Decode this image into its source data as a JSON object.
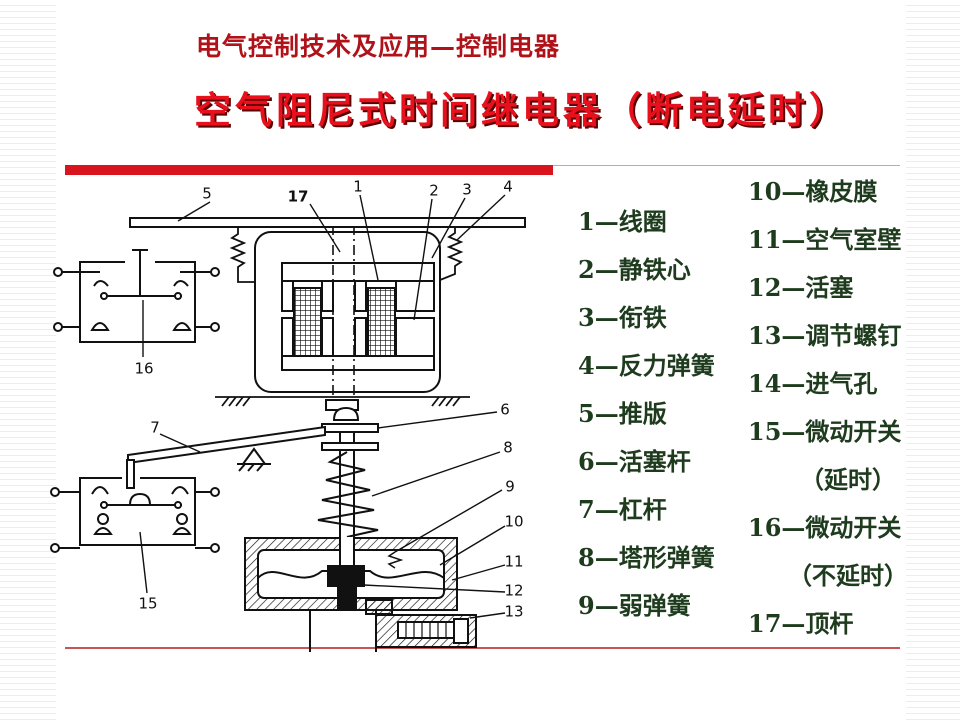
{
  "header": {
    "subtitle": "电气控制技术及应用—控制电器",
    "title": "空气阻尼式时间继电器（断电延时）"
  },
  "diagram": {
    "labels": [
      "5",
      "17",
      "1",
      "2",
      "3",
      "4",
      "16",
      "6",
      "7",
      "8",
      "9",
      "10",
      "11",
      "12",
      "13",
      "15"
    ]
  },
  "legend": {
    "column1": [
      "1—线圈",
      "2—静铁心",
      "3—衔铁",
      "4—反力弹簧",
      "5—推版",
      "6—活塞杆",
      "7—杠杆",
      "8—塔形弹簧",
      "9—弱弹簧"
    ],
    "column2": [
      "10—橡皮膜",
      "11—空气室壁",
      "12—活塞",
      "13—调节螺钉",
      "14—进气孔",
      "15—微动开关",
      "（延时）",
      "16—微动开关",
      "（不延时）",
      "17—顶杆"
    ]
  },
  "colors": {
    "title_red": "#e8101c",
    "subtitle_red": "#b0121a",
    "accent_bar": "#d8141e",
    "legend_text": "#1e3b1e"
  }
}
